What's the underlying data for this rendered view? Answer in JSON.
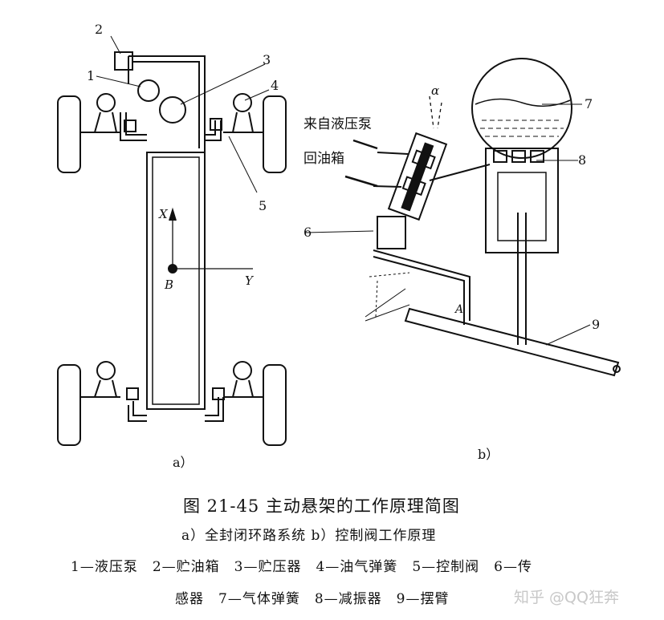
{
  "figure": {
    "title": "图 21-45   主动悬架的工作原理简图",
    "subtitle": "a）全封闭环路系统   b）控制阀工作原理",
    "legend_line1": [
      "1—液压泵",
      "2—贮油箱",
      "3—贮压器",
      "4—油气弹簧",
      "5—控制阀",
      "6—传"
    ],
    "legend_line2": [
      "感器",
      "7—气体弹簧",
      "8—减振器",
      "9—摆臂"
    ]
  },
  "diagram_a": {
    "panel_label": "a）",
    "callouts": [
      "1",
      "2",
      "3",
      "4",
      "5"
    ],
    "axis_x": "X",
    "axis_y": "Y",
    "center": "B"
  },
  "diagram_b": {
    "panel_label": "b）",
    "from_pump": "来自液压泵",
    "to_tank": "回油箱",
    "angle": "α",
    "point_a": "A",
    "callouts": [
      "6",
      "7",
      "8",
      "9"
    ]
  },
  "watermark": "知乎 @QQ狂奔"
}
